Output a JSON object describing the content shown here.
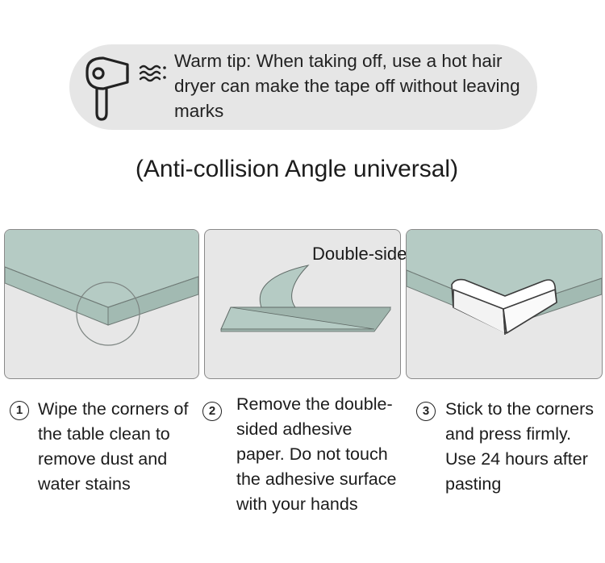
{
  "tip": {
    "icons": [
      "hair-dryer-icon",
      "heat-waves-icon"
    ],
    "text": "Warm tip: When taking off, use a hot hair dryer can make the tape off without leaving marks"
  },
  "title": "(Anti-collision Angle universal)",
  "panel2_label": "Double-sided adhesive",
  "colors": {
    "surface": "#b5cbc4",
    "panel_bg": "#e7e7e7",
    "tip_bg": "#e6e6e6",
    "outline": "#6f7a76"
  },
  "steps": [
    {
      "number": "1",
      "text": "Wipe the corners of the table clean to remove dust and water stains"
    },
    {
      "number": "2",
      "text": "Remove the double-sided adhesive paper. Do not touch the adhesive surface with your hands"
    },
    {
      "number": "3",
      "text": "Stick to the corners and press firmly. Use 24 hours after pasting"
    }
  ]
}
